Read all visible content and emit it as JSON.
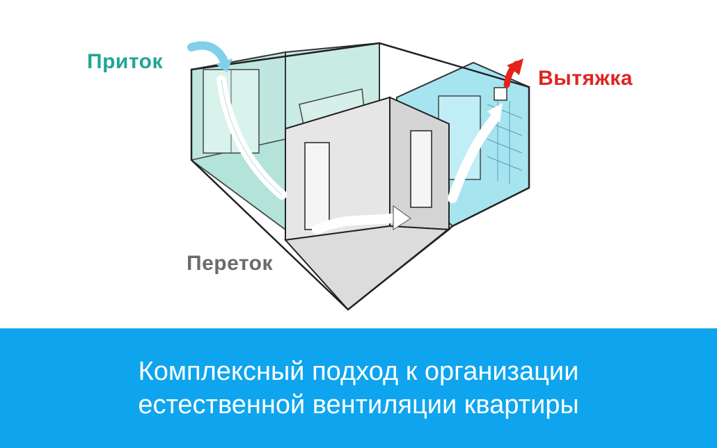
{
  "labels": {
    "supply": "Приток",
    "exhaust": "Вытяжка",
    "transfer": "Переток"
  },
  "caption": {
    "line1": "Комплексный подход к организации",
    "line2": "естественной вентиляции квартиры"
  },
  "colors": {
    "supply_label": "#21a595",
    "exhaust_label": "#e02420",
    "transfer_label": "#6b6b6b",
    "banner_background": "#0ea5ee",
    "room_fill": "#bde8e0",
    "bathroom_fill": "#a6e4f0",
    "hall_fill": "#e0e0e0",
    "exhaust_arrow": "#e3241c",
    "supply_arrow": "#7fd0e8"
  }
}
